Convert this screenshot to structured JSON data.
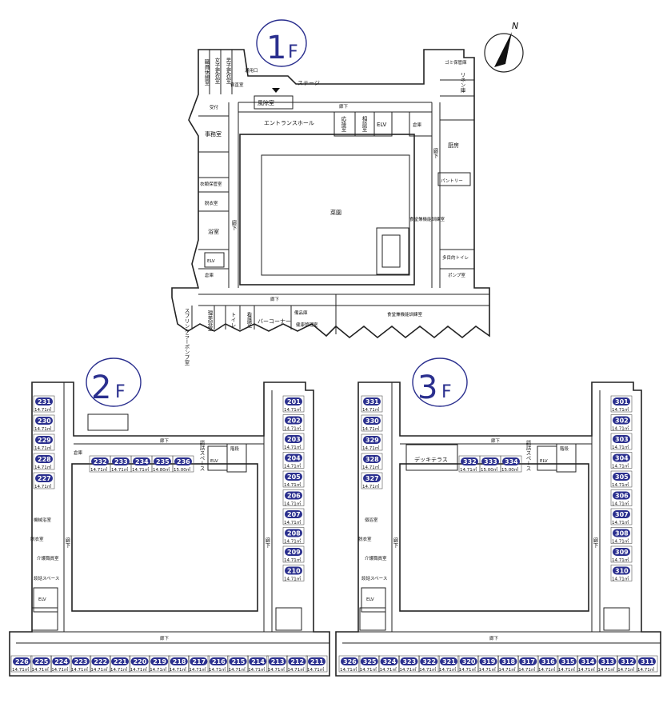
{
  "floors": {
    "f1": {
      "big": "1",
      "small": "F"
    },
    "f2": {
      "big": "2",
      "small": "F"
    },
    "f3": {
      "big": "3",
      "small": "F"
    }
  },
  "north": "N",
  "f1_labels": {
    "staff_rest": "職員休憩室",
    "women_locker": "女子更衣室",
    "men_locker": "男子更衣室",
    "night_duty": "宿直室",
    "windbreak_room": "風除室",
    "stage": "ステージ",
    "garbage": "ゴミ保管庫",
    "linen": "リネン庫",
    "office": "事務室",
    "entrance_hall": "エントランスホール",
    "consult_a": "応接室",
    "consult_b": "相談室",
    "elv": "ELV",
    "storage": "倉庫",
    "kitchen": "厨房",
    "pantry": "パントリー",
    "clothes_storage": "衣類保管室",
    "changing": "脱衣室",
    "bath": "浴室",
    "garden": "菜園",
    "dining_training": "食堂兼機能訓練室",
    "corridor": "廊下",
    "accessible_wc": "多目的トイレ",
    "pump": "ポンプ室",
    "sprinkler_pump": "スプリンクラーポンプ室",
    "beauty": "理美容室",
    "wc": "トイレ",
    "nurse": "看護室",
    "bar_counter": "バーコーナー",
    "supplies": "備品庫",
    "health": "健康管理室",
    "dining_training_2": "食堂兼機能訓練室",
    "entry": "通用口",
    "reception": "受付"
  },
  "f2_labels": {
    "corridor": "廊下",
    "storage": "倉庫",
    "talk_space": "談話スペース",
    "elv": "ELV",
    "stairs": "階段",
    "machine_bath": "機械浴室",
    "changing": "脱衣室",
    "care_staff": "介護職員室",
    "talk_space_2": "談話スペース",
    "elv_2": "ELV"
  },
  "f3_labels": {
    "corridor": "廊下",
    "deck_terrace": "デッキテラス",
    "talk_space": "談話スペース",
    "elv": "ELV",
    "stairs": "階段",
    "individual_bath": "個浴室",
    "changing": "脱衣室",
    "care_staff": "介護職員室",
    "talk_space_2": "談話スペース",
    "elv_2": "ELV"
  },
  "rooms": {
    "f2_left": [
      "231",
      "230",
      "229",
      "228",
      "227"
    ],
    "f2_right": [
      "201",
      "202",
      "203",
      "204",
      "205",
      "206",
      "207",
      "208",
      "209",
      "210"
    ],
    "f2_top": [
      "232",
      "233",
      "234",
      "235",
      "236"
    ],
    "f2_top_area": [
      "14.71㎡",
      "14.71㎡",
      "14.71㎡",
      "14.80㎡",
      "15.00㎡"
    ],
    "f2_bottom": [
      "226",
      "225",
      "224",
      "223",
      "222",
      "221",
      "220",
      "219",
      "218",
      "217",
      "216",
      "215",
      "214",
      "213",
      "212",
      "211"
    ],
    "f3_left": [
      "331",
      "330",
      "329",
      "328",
      "327"
    ],
    "f3_right": [
      "301",
      "302",
      "303",
      "304",
      "305",
      "306",
      "307",
      "308",
      "309",
      "310"
    ],
    "f3_top": [
      "332",
      "333",
      "334"
    ],
    "f3_top_area": [
      "14.71㎡",
      "15.00㎡",
      "15.00㎡"
    ],
    "f3_bottom": [
      "326",
      "325",
      "324",
      "323",
      "322",
      "321",
      "320",
      "319",
      "318",
      "317",
      "316",
      "315",
      "314",
      "313",
      "312",
      "311"
    ],
    "area": "14.71㎡"
  }
}
